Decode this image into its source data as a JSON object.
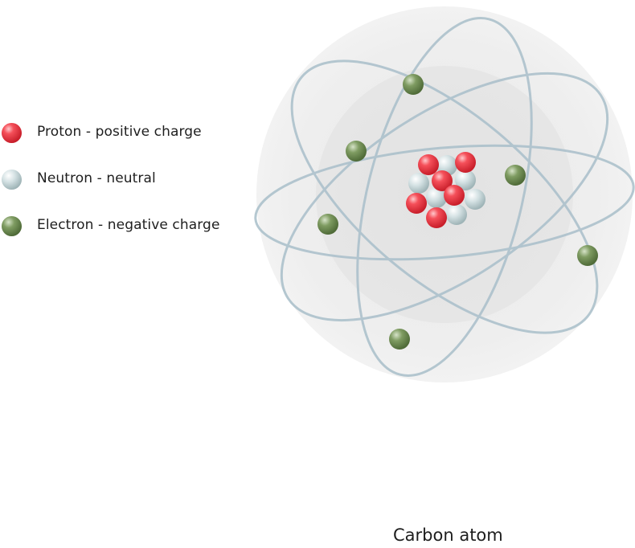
{
  "legend": {
    "items": [
      {
        "key": "proton",
        "label": "Proton - positive charge",
        "icon": "proton-sphere",
        "color": "#e8343f"
      },
      {
        "key": "neutron",
        "label": "Neutron - neutral",
        "icon": "neutron-sphere",
        "color": "#c9dadc"
      },
      {
        "key": "electron",
        "label": "Electron - negative charge",
        "icon": "electron-sphere",
        "color": "#6f8f52"
      }
    ]
  },
  "caption": "Carbon atom",
  "atom": {
    "proton_count": 6,
    "neutron_count": 6,
    "electron_count": 6,
    "orbit_count": 4
  },
  "colors": {
    "proton": "#e8343f",
    "neutron": "#c9dadc",
    "electron": "#6f8f52",
    "orbit": "#a9bfca",
    "cloud": "#efefef"
  }
}
